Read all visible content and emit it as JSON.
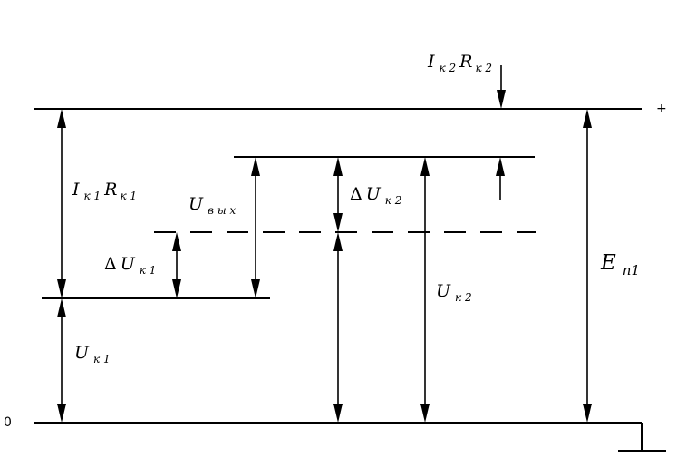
{
  "labels": {
    "plus": "+",
    "zero": "0",
    "ik2rk2": {
      "i": "I",
      "i_sub": "к 2",
      "r": "R",
      "r_sub": "к 2"
    },
    "ik1rk1": {
      "i": "I",
      "i_sub": "к 1",
      "r": "R",
      "r_sub": "к 1"
    },
    "uvyh": {
      "u": "U",
      "sub": "в ы х"
    },
    "duk2": {
      "d": "Δ",
      "u": "U",
      "sub": "к 2"
    },
    "duk1": {
      "d": "Δ",
      "u": "U",
      "sub": "к 1"
    },
    "en1": {
      "e": "E",
      "sub": "п1"
    },
    "uk2": {
      "u": "U",
      "sub": "к 2"
    },
    "uk1": {
      "u": "U",
      "sub": "к 1"
    }
  }
}
